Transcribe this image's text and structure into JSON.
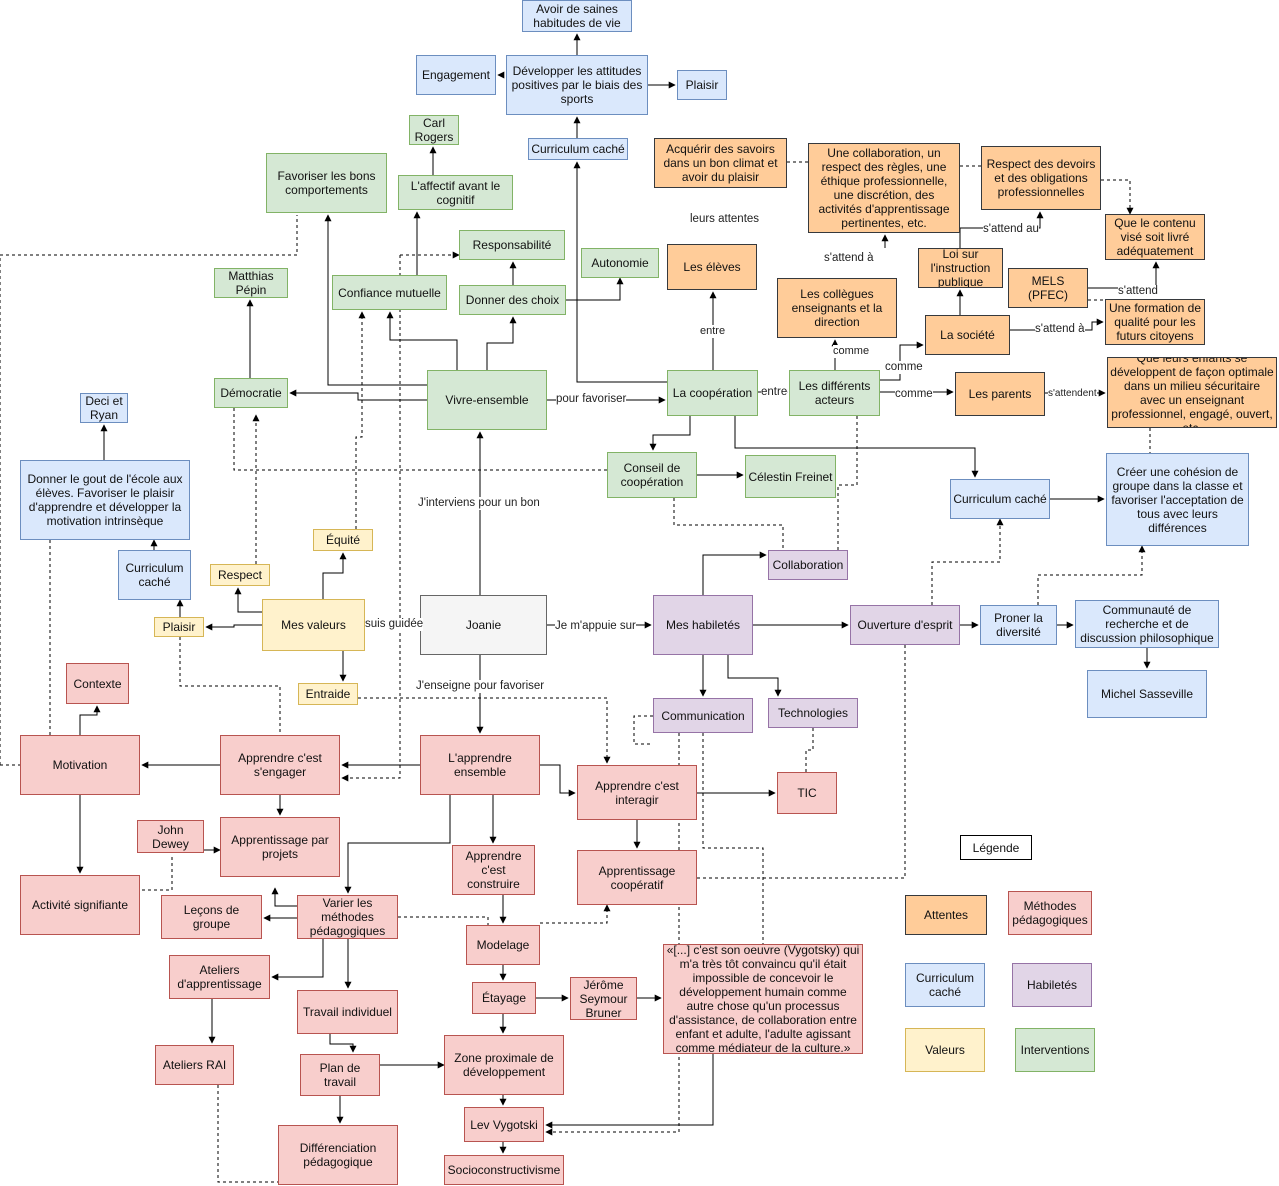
{
  "colors": {
    "blue": {
      "fill": "#dae8fc",
      "stroke": "#6c8ebf"
    },
    "green": {
      "fill": "#d5e8d4",
      "stroke": "#82b366"
    },
    "orange": {
      "fill": "#ffcc99",
      "stroke": "#36393d"
    },
    "purple": {
      "fill": "#e1d5e7",
      "stroke": "#9673a6"
    },
    "pink": {
      "fill": "#f8cecc",
      "stroke": "#b85450"
    },
    "yellow": {
      "fill": "#fff2cc",
      "stroke": "#d6b656"
    },
    "gray": {
      "fill": "#f5f5f5",
      "stroke": "#666666"
    },
    "white": {
      "fill": "#ffffff",
      "stroke": "#000000"
    }
  },
  "nodes": {
    "joanie": "Joanie",
    "mes_valeurs": "Mes valeurs",
    "mes_habiletes": "Mes habiletés",
    "vivre_ensemble": "Vivre-ensemble",
    "apprendre_ensemble": "L'apprendre ensemble",
    "avoir_habitudes": "Avoir de saines habitudes de vie",
    "developper_attitudes": "Développer les attitudes positives par le biais des sports",
    "engagement": "Engagement",
    "plaisir_top": "Plaisir",
    "curriculum_cache_top": "Curriculum caché",
    "carl_rogers": "Carl Rogers",
    "affectif": "L'affectif avant le cognitif",
    "favoriser_comportements": "Favoriser les bons comportements",
    "responsabilite": "Responsabilité",
    "autonomie": "Autonomie",
    "matthias": "Matthias Pépin",
    "confiance": "Confiance mutuelle",
    "donner_choix": "Donner des choix",
    "democratie": "Démocratie",
    "deci_ryan": "Deci et Ryan",
    "donner_gout": "Donner le gout de l'école aux élèves. Favoriser le plaisir d'apprendre et développer la motivation intrinsèque",
    "curriculum_cache_left": "Curriculum caché",
    "plaisir_left": "Plaisir",
    "respect": "Respect",
    "equite": "Équité",
    "entraide": "Entraide",
    "acquerir": "Acquérir des savoirs dans un bon climat et avoir du plaisir",
    "collaboration_respect": "Une collaboration, un respect des règles, une éthique professionnelle, une discrétion, des activités d'apprentissage pertinentes, etc.",
    "respect_devoirs": "Respect des devoirs et des obligations professionnelles",
    "contenu_livre": "Que le contenu visé soit livré adéquatement",
    "les_eleves": "Les élèves",
    "collegues": "Les collègues enseignants et la direction",
    "loi": "Loi sur l'instruction publique",
    "mels": "MELS (PFEC)",
    "formation_qualite": "Une formation de qualité pour les futurs citoyens",
    "la_societe": "La société",
    "les_parents": "Les parents",
    "enfants": "Que leurs enfants se développent de façon optimale dans un milieu sécuritaire avec un enseignant professionnel, engagé, ouvert, etc.",
    "la_cooperation": "La coopération",
    "differents_acteurs": "Les différents acteurs",
    "conseil": "Conseil de coopération",
    "celestin": "Célestin Freinet",
    "collaboration": "Collaboration",
    "curriculum_cache_right": "Curriculum caché",
    "cohesion": "Créer une cohésion de groupe dans la classe et favoriser l'acceptation de tous avec leurs différences",
    "ouverture": "Ouverture d'esprit",
    "proner": "Proner la diversité",
    "communaute": "Communauté de recherche et de discussion philosophique",
    "michel": "Michel Sasseville",
    "communication": "Communication",
    "technologies": "Technologies",
    "tic": "TIC",
    "contexte": "Contexte",
    "motivation": "Motivation",
    "apprendre_engager": "Apprendre c'est s'engager",
    "apprendre_interagir": "Apprendre c'est interagir",
    "john_dewey": "John Dewey",
    "apprentissage_projets": "Apprentissage par projets",
    "apprendre_construire": "Apprendre c'est construire",
    "apprentissage_coop": "Apprentissage coopératif",
    "activite_signifiante": "Activité signifiante",
    "lecons": "Leçons de groupe",
    "varier": "Varier les méthodes pédagogiques",
    "modelage": "Modelage",
    "ateliers_app": "Ateliers d'apprentissage",
    "travail_indiv": "Travail individuel",
    "etayage": "Étayage",
    "jerome": "Jérôme Seymour Bruner",
    "quote": "«[...] c'est son oeuvre (Vygotsky) qui m'a très tôt convaincu qu'il était impossible de concevoir le développement humain comme autre chose qu'un processus d'assistance, de collaboration entre enfant et adulte, l'adulte agissant comme médiateur de la culture.»",
    "ateliers_rai": "Ateliers RAI",
    "plan_travail": "Plan de travail",
    "zpd": "Zone proximale de développement",
    "lev": "Lev Vygotski",
    "differenciation": "Différenciation pédagogique",
    "socio": "Socioconstructivisme"
  },
  "edge_labels": {
    "pour_favoriser": "pour favoriser",
    "entre_right": "entre",
    "entre_up": "entre",
    "leurs_attentes": "leurs attentes",
    "sattend_a": "s'attend à",
    "comme_1": "comme",
    "comme_2": "comme",
    "comme_3": "comme",
    "sattend_au": "s'attend au",
    "sattend": "s'attend",
    "sattend_a2": "s'attend à",
    "sattendent": "s'attendent",
    "jinterviens": "J'interviens pour un bon",
    "suis_guidee": "suis guidée",
    "je_mappuie": "Je m'appuie sur",
    "jenseigne": "J'enseigne pour favoriser"
  },
  "legend": {
    "title": "Légende",
    "items": [
      {
        "label": "Attentes",
        "color": "orange"
      },
      {
        "label": "Méthodes pédagogiques",
        "color": "pink"
      },
      {
        "label": "Curriculum caché",
        "color": "blue"
      },
      {
        "label": "Habiletés",
        "color": "purple"
      },
      {
        "label": "Valeurs",
        "color": "yellow"
      },
      {
        "label": "Interventions",
        "color": "green"
      }
    ]
  }
}
